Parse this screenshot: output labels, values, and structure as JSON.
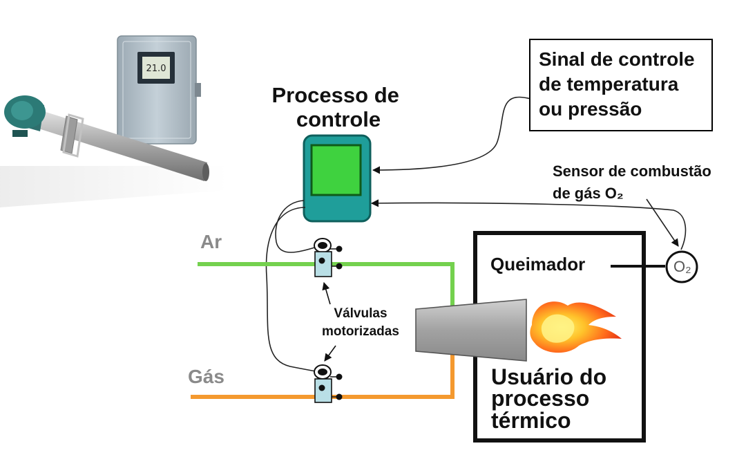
{
  "diagram": {
    "title": "Processo de controle",
    "title_lines": [
      "Processo de",
      "controle"
    ],
    "signal_box": {
      "lines": [
        "Sinal de controle",
        "de temperatura",
        "ou pressão"
      ]
    },
    "sensor_label": {
      "lines": [
        "Sensor de combustão",
        "de gás O₂"
      ]
    },
    "inputs": {
      "air": "Ar",
      "gas": "Gás"
    },
    "valves_label": {
      "lines": [
        "Válvulas",
        "motorizadas"
      ]
    },
    "burner_label": "Queimador",
    "user_label": {
      "lines": [
        "Usuário do",
        "processo",
        "térmico"
      ]
    },
    "o2_symbol": "O₂",
    "analyzer_display": "21.0",
    "colors": {
      "air_line": "#74d14e",
      "gas_line": "#f4992f",
      "controller_body": "#1f9e9a",
      "controller_screen": "#3fd23f",
      "valve_body": "#b9dfe6"
    }
  }
}
